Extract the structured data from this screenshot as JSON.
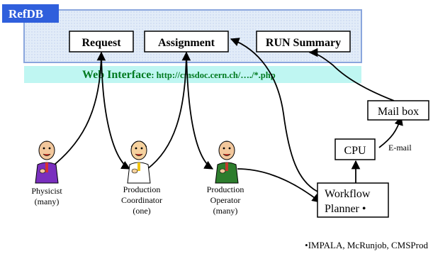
{
  "refdb": {
    "title": "RefDB",
    "boxes": [
      "Request",
      "Assignment",
      "RUN Summary"
    ]
  },
  "web_interface": {
    "label": "Web Interface",
    "url": ": http://cmsdoc.cern.ch/…./*.php"
  },
  "people": [
    {
      "lines": [
        "Physicist",
        "(many)"
      ]
    },
    {
      "lines": [
        "Production",
        "Coordinator",
        "(one)"
      ]
    },
    {
      "lines": [
        "Production",
        "Operator",
        "(many)"
      ]
    }
  ],
  "mailbox": {
    "label": "Mail box"
  },
  "cpu": {
    "label": "CPU"
  },
  "email": {
    "label": "E-mail"
  },
  "workflow": {
    "lines": [
      "Workflow",
      "Planner •"
    ]
  },
  "footnote": "•IMPALA, McRunjob, CMSProd",
  "colors": {
    "refdb_fill": "#e2ecf8",
    "refdb_border": "#8aa6dd",
    "refdb_tab": "#2f5fdc",
    "web_band": "#bff6f2",
    "web_text": "#007a20",
    "shirt_physicist": "#7a2fbe",
    "shirt_coordinator": "#ffffff",
    "shirt_operator": "#2d7d2d"
  }
}
